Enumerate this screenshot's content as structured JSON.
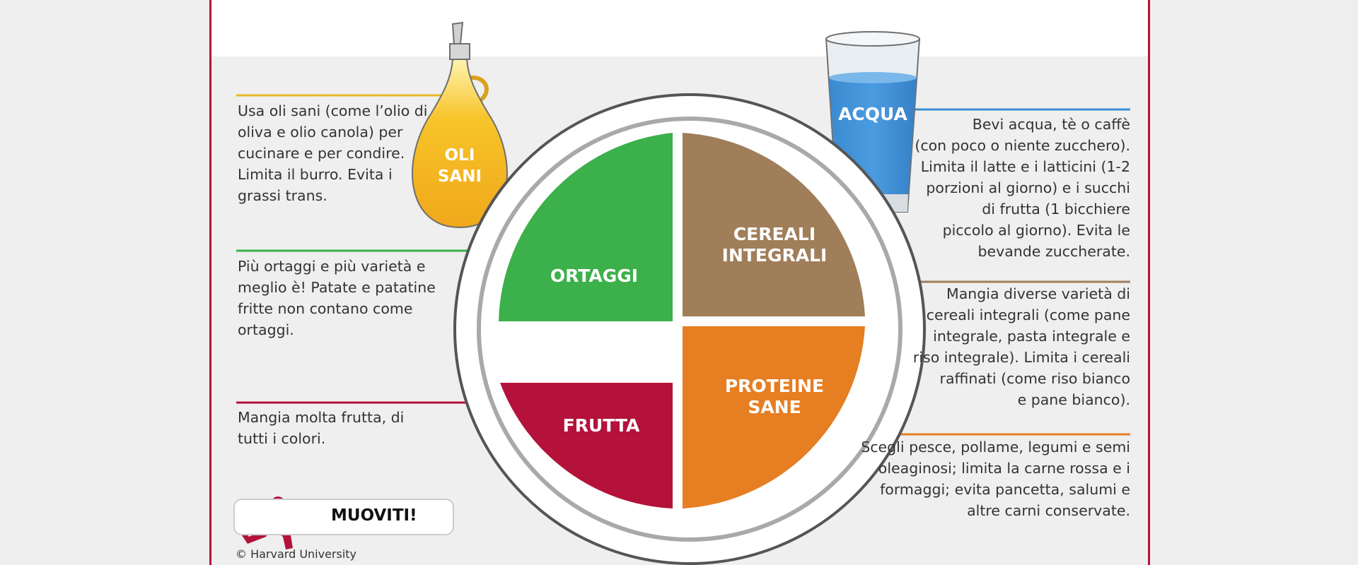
{
  "plate": {
    "vegetables": "ORTAGGI",
    "grains": [
      "CEREALI",
      "INTEGRALI"
    ],
    "fruits": "FRUTTA",
    "protein": [
      "PROTEINE",
      "SANE"
    ]
  },
  "oil": {
    "label": [
      "OLI",
      "SANI"
    ]
  },
  "water": {
    "label": "ACQUA"
  },
  "notes": {
    "oil": [
      "Usa oli sani (come l’olio di",
      "oliva e olio canola) per",
      "cucinare e per condire.",
      "Limita il burro. Evita i",
      "grassi trans."
    ],
    "vegetables": [
      "Più ortaggi e più varietà e",
      "meglio è! Patate e patatine",
      "fritte non contano come",
      "ortaggi."
    ],
    "fruits": [
      "Mangia molta frutta, di",
      "tutti i colori."
    ],
    "water": [
      "Bevi acqua, tè o caffè",
      "(con poco o niente zucchero).",
      "Limita il latte e i latticini (1-2",
      "porzioni al giorno) e i succhi",
      "di frutta (1 bicchiere",
      "piccolo al giorno). Evita le",
      "bevande zuccherate."
    ],
    "grains": [
      "Mangia diverse varietà di",
      "cereali integrali (come pane",
      "integrale, pasta integrale e",
      "riso integrale). Limita i cereali",
      "raffinati (come riso bianco",
      "e pane bianco)."
    ],
    "protein": [
      "Scegli pesce, pollame, legumi e semi",
      "oleaginosi; limita la carne rossa e i",
      "formaggi; evita pancetta, salumi e",
      "altre carni conservate."
    ]
  },
  "activity": {
    "label": "MUOVITI!"
  },
  "credit": "© Harvard University",
  "colors": {
    "vegetables": "#3cb04a",
    "grains": "#a07e5a",
    "fruits": "#b4123b",
    "protein": "#e67e22",
    "oil": "#f6b91c",
    "water": "#3e8fd4",
    "frame": "#b5113c"
  }
}
